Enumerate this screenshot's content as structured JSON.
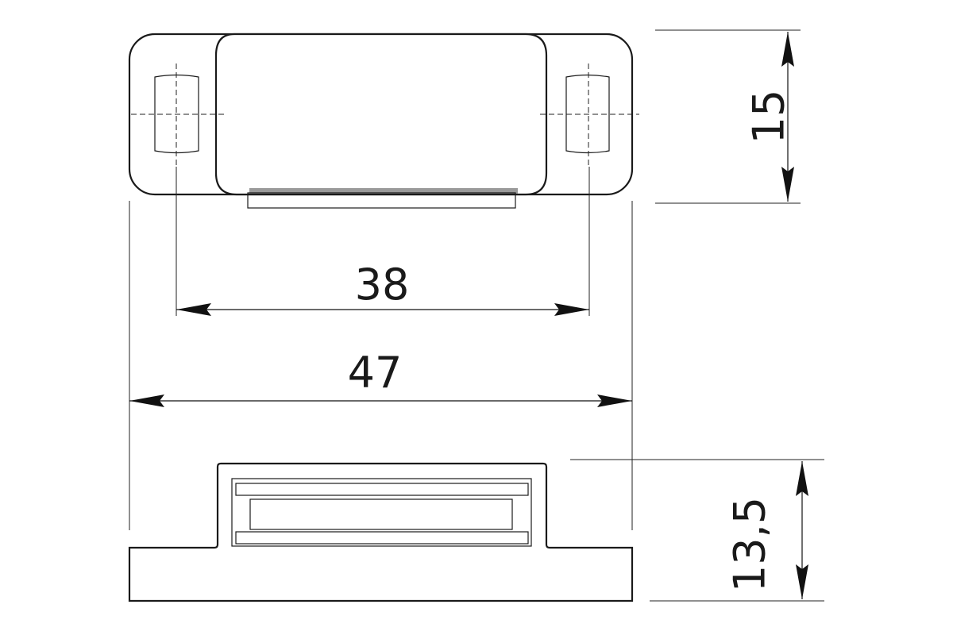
{
  "dimensions": {
    "height_top": "15",
    "hole_spacing": "38",
    "overall_width": "47",
    "height_bottom": "13,5"
  },
  "colors": {
    "line": "#1a1a1a",
    "plate": "#9a9a9a"
  }
}
